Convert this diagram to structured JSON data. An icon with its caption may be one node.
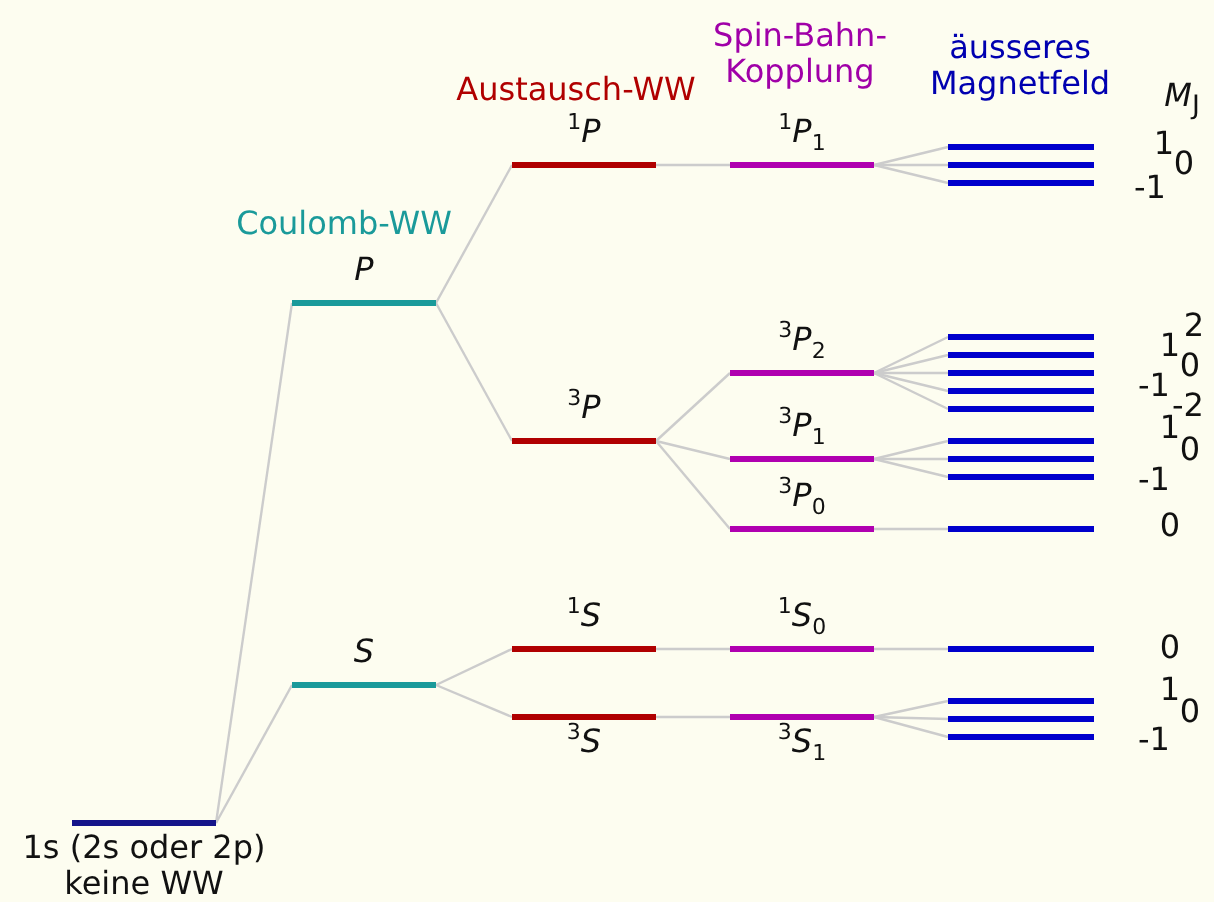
{
  "diagram": {
    "nodes": [
      {
        "text": [
          "1s (2s oder 2p) keine WW"
        ]
      },
      {
        "text": [
          "P"
        ]
      },
      {
        "text": [
          "S"
        ]
      },
      {
        "text": [
          "$^{1}$*P*"
        ]
      },
      {
        "text": [
          "$^{3}$*P*"
        ]
      },
      {
        "text": [
          "$^{1}$*S*"
        ]
      },
      {
        "text": [
          "$^{3}$*S*"
        ]
      },
      {
        "text": [
          "$^{1}$*P*$_{1}$"
        ]
      },
      {
        "text": [
          "$^{3}$*P*$_{2}$"
        ]
      },
      {
        "text": [
          "$^{3}$*P*$_{1}$"
        ]
      },
      {
        "text": [
          "$^{3}$*P*$_{0}$"
        ]
      },
      {
        "text": [
          "$^{1}$*S*$_{0}$"
        ]
      },
      {
        "text": [
          "$^{3}$*S*$_{1}$"
        ]
      },
      {
        "text": [],
        "shape": "bar"
      },
      {
        "text": [],
        "shape": "bar"
      },
      {
        "text": [],
        "shape": "bar"
      },
      {
        "text": [],
        "shape": "bar"
      },
      {
        "text": [],
        "shape": "bar"
      },
      {
        "text": [],
        "shape": "bar"
      },
      {
        "text": [],
        "shape": "bar"
      },
      {
        "text": [],
        "shape": "bar"
      },
      {
        "text": [],
        "shape": "bar"
      },
      {
        "text": [],
        "shape": "bar"
      },
      {
        "text": [],
        "shape": "bar"
      },
      {
        "text": [],
        "shape": "bar"
      },
      {
        "text": [],
        "shape": "bar"
      },
      {
        "text": [],
        "shape": "bar"
      },
      {
        "text": [],
        "shape": "bar"
      },
      {
        "text": [],
        "shape": "bar"
      }
    ],
    "edges": [
      {
        "from": 0,
        "to": 1,
        "arrow": "none"
      },
      {
        "from": 0,
        "to": 2,
        "arrow": "none"
      },
      {
        "from": 1,
        "to": 3,
        "arrow": "none"
      },
      {
        "from": 1,
        "to": 4,
        "arrow": "none"
      },
      {
        "from": 2,
        "to": 5,
        "arrow": "none"
      },
      {
        "from": 2,
        "to": 6,
        "arrow": "none"
      },
      {
        "from": 3,
        "to": 7,
        "arrow": "none"
      },
      {
        "from": 4,
        "to": 8,
        "arrow": "none"
      },
      {
        "from": 4,
        "to": 9,
        "arrow": "none"
      },
      {
        "from": 4,
        "to": 10,
        "arrow": "none"
      },
      {
        "from": 5,
        "to": 11,
        "arrow": "none"
      },
      {
        "from": 6,
        "to": 12,
        "arrow": "none"
      },
      {
        "from": 7,
        "to": 13,
        "arrow": "none"
      },
      {
        "from": 7,
        "to": 14,
        "arrow": "none"
      },
      {
        "from": 7,
        "to": 15,
        "arrow": "none"
      },
      {
        "from": 8,
        "to": 16,
        "arrow": "none"
      },
      {
        "from": 8,
        "to": 17,
        "arrow": "none"
      },
      {
        "from": 8,
        "to": 18,
        "arrow": "none"
      },
      {
        "from": 8,
        "to": 19,
        "arrow": "none"
      },
      {
        "from": 8,
        "to": 20,
        "arrow": "none"
      },
      {
        "from": 9,
        "to": 21,
        "arrow": "none"
      },
      {
        "from": 9,
        "to": 22,
        "arrow": "none"
      },
      {
        "from": 9,
        "to": 23,
        "arrow": "none"
      },
      {
        "from": 10,
        "to": 24,
        "arrow": "none"
      },
      {
        "from": 11,
        "to": 25,
        "arrow": "none"
      },
      {
        "from": 12,
        "to": 26,
        "arrow": "none"
      },
      {
        "from": 12,
        "to": 27,
        "arrow": "none"
      },
      {
        "from": 12,
        "to": 28,
        "arrow": "none"
      }
    ],
    "labels": [
      "Coulomb-WW",
      "Austausch-WW",
      "Spin-Bahn-Kopplung",
      "äusseres Magnetfeld",
      "*M*$_{J}$",
      "1",
      "0",
      "-1",
      "2",
      "1",
      "0",
      "-1",
      "-2",
      "1",
      "0",
      "-1",
      "0",
      "0",
      "1",
      "0",
      "-1"
    ]
  }
}
